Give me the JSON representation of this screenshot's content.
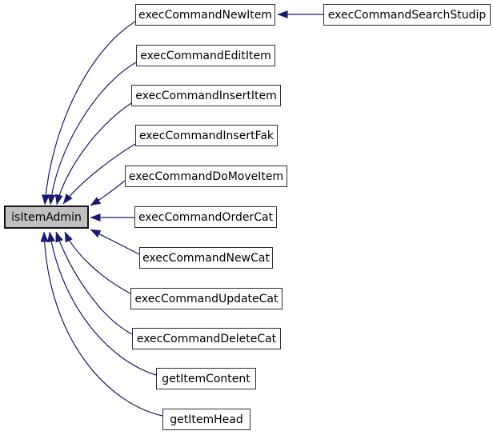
{
  "graph": {
    "type": "caller-graph",
    "colors": {
      "edge": "#191970",
      "node_border": "#2e2e2e",
      "highlight_fill": "#c0c0c0",
      "background": "#ffffff",
      "text": "#000000"
    },
    "nodes": [
      {
        "id": "isItemAdmin",
        "label": "isItemAdmin",
        "highlighted": true
      },
      {
        "id": "execCommandNewItem",
        "label": "execCommandNewItem",
        "highlighted": false
      },
      {
        "id": "execCommandEditItem",
        "label": "execCommandEditItem",
        "highlighted": false
      },
      {
        "id": "execCommandInsertItem",
        "label": "execCommandInsertItem",
        "highlighted": false
      },
      {
        "id": "execCommandInsertFak",
        "label": "execCommandInsertFak",
        "highlighted": false
      },
      {
        "id": "execCommandDoMoveItem",
        "label": "execCommandDoMoveItem",
        "highlighted": false
      },
      {
        "id": "execCommandOrderCat",
        "label": "execCommandOrderCat",
        "highlighted": false
      },
      {
        "id": "execCommandNewCat",
        "label": "execCommandNewCat",
        "highlighted": false
      },
      {
        "id": "execCommandUpdateCat",
        "label": "execCommandUpdateCat",
        "highlighted": false
      },
      {
        "id": "execCommandDeleteCat",
        "label": "execCommandDeleteCat",
        "highlighted": false
      },
      {
        "id": "getItemContent",
        "label": "getItemContent",
        "highlighted": false
      },
      {
        "id": "getItemHead",
        "label": "getItemHead",
        "highlighted": false
      },
      {
        "id": "execCommandSearchStudip",
        "label": "execCommandSearchStudip",
        "highlighted": false
      }
    ],
    "edges": [
      {
        "from": "execCommandNewItem",
        "to": "isItemAdmin"
      },
      {
        "from": "execCommandEditItem",
        "to": "isItemAdmin"
      },
      {
        "from": "execCommandInsertItem",
        "to": "isItemAdmin"
      },
      {
        "from": "execCommandInsertFak",
        "to": "isItemAdmin"
      },
      {
        "from": "execCommandDoMoveItem",
        "to": "isItemAdmin"
      },
      {
        "from": "execCommandOrderCat",
        "to": "isItemAdmin"
      },
      {
        "from": "execCommandNewCat",
        "to": "isItemAdmin"
      },
      {
        "from": "execCommandUpdateCat",
        "to": "isItemAdmin"
      },
      {
        "from": "execCommandDeleteCat",
        "to": "isItemAdmin"
      },
      {
        "from": "getItemContent",
        "to": "isItemAdmin"
      },
      {
        "from": "getItemHead",
        "to": "isItemAdmin"
      },
      {
        "from": "execCommandSearchStudip",
        "to": "execCommandNewItem"
      }
    ]
  }
}
